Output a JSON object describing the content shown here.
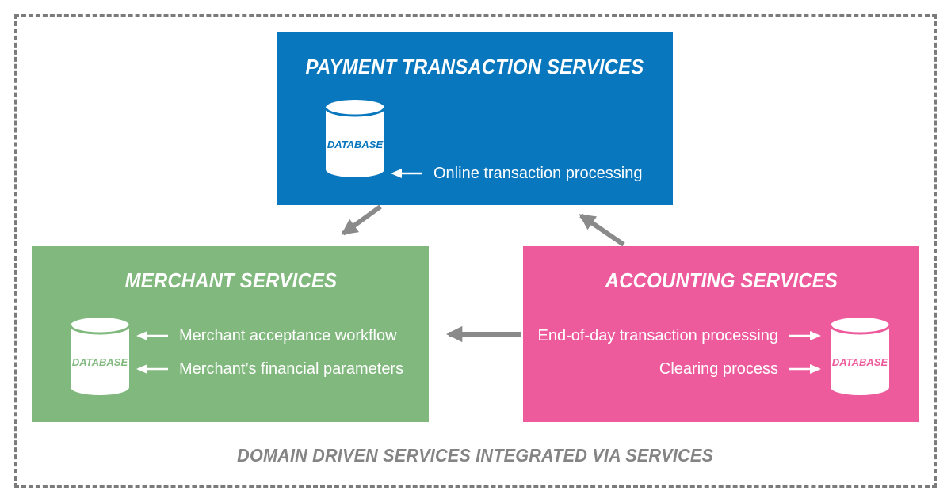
{
  "diagram": {
    "caption": "DOMAIN DRIVEN SERVICES INTEGRATED VIA SERVICES",
    "boxes": {
      "payment": {
        "title": "PAYMENT TRANSACTION SERVICES",
        "db_label": "DATABASE",
        "items": [
          "Online transaction processing"
        ]
      },
      "merchant": {
        "title": "MERCHANT SERVICES",
        "db_label": "DATABASE",
        "items": [
          "Merchant acceptance workflow",
          "Merchant’s financial parameters"
        ]
      },
      "accounting": {
        "title": "ACCOUNTING SERVICES",
        "db_label": "DATABASE",
        "items": [
          "End-of-day transaction processing",
          "Clearing process"
        ]
      }
    }
  },
  "theme": {
    "blue": "#0877BE",
    "green": "#80B87D",
    "pink": "#EE5B9D",
    "arrow": "#8A8A8A",
    "border": "#7B7B7B",
    "caption": "#848484"
  }
}
